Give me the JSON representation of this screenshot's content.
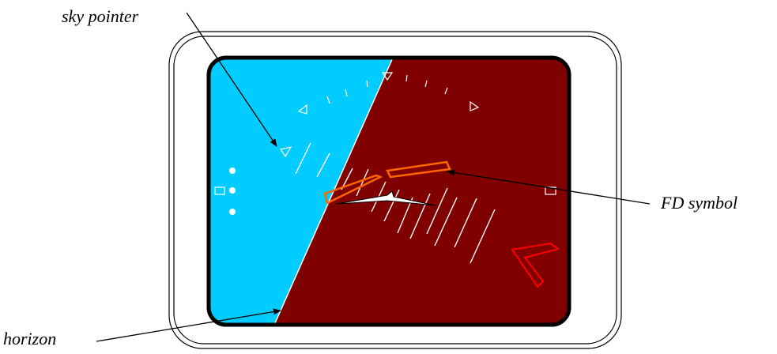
{
  "labels": {
    "sky_pointer": "sky pointer",
    "fd_symbol": "FD symbol",
    "horizon": "horizon"
  },
  "colors": {
    "sky": "#00CCFF",
    "ground": "#800000",
    "fd_symbol": "#FF6600",
    "red_marker": "#FF0000",
    "markings": "#FFFFFF",
    "outline": "#000000"
  }
}
